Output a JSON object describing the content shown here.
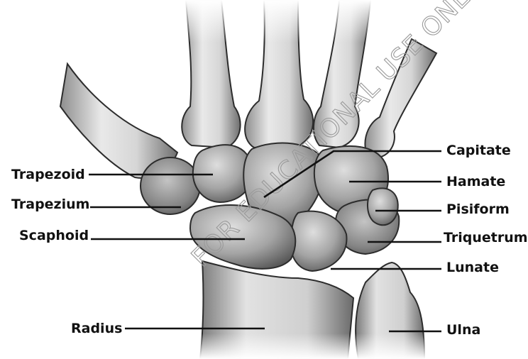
{
  "labels": {
    "trapezoid": "Trapezoid",
    "trapezium": "Trapezium",
    "scaphoid": "Scaphoid",
    "radius": "Radius",
    "capitate": "Capitate",
    "hamate": "Hamate",
    "pisiform": "Pisiform",
    "triquetrum": "Triquetrum",
    "lunate": "Lunate",
    "ulna": "Ulna"
  },
  "watermark": "FOR EDUCATIONAL USE ONLY",
  "colors": {
    "background": "#ffffff",
    "label_text": "#111111",
    "leader_line": "#111111",
    "bone_light": "#e6e6e6",
    "bone_mid": "#9c9c9c",
    "bone_dark": "#4a4a4a"
  }
}
